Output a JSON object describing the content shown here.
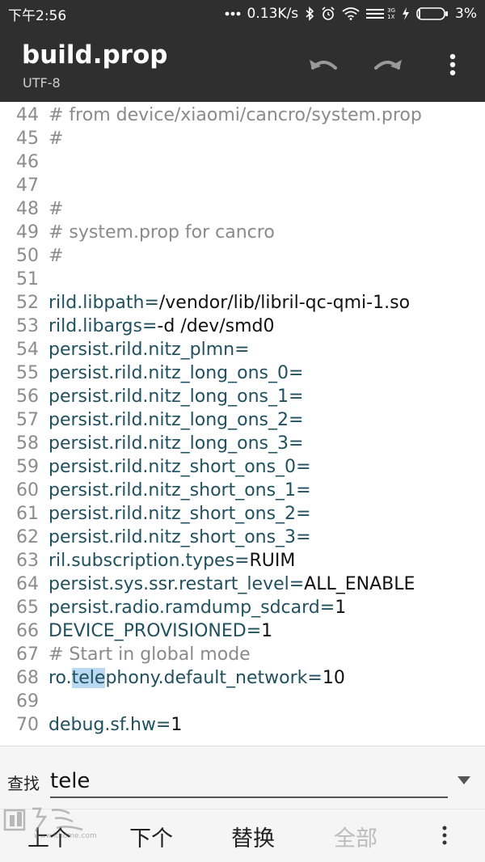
{
  "status_bar": {
    "time": "下午2:56",
    "network_speed": "0.13K/s",
    "signal_top": "3G",
    "signal_bottom": "1X",
    "battery": "3%"
  },
  "toolbar": {
    "title": "build.prop",
    "encoding": "UTF-8"
  },
  "editor": {
    "lines": [
      {
        "n": "44",
        "comment": "# from device/xiaomi/cancro/system.prop"
      },
      {
        "n": "45",
        "comment": "#"
      },
      {
        "n": "46"
      },
      {
        "n": "47"
      },
      {
        "n": "48",
        "comment": "#"
      },
      {
        "n": "49",
        "comment": "# system.prop for cancro"
      },
      {
        "n": "50",
        "comment": "#"
      },
      {
        "n": "51"
      },
      {
        "n": "52",
        "key": "rild.libpath",
        "value": "/vendor/lib/libril-qc-qmi-1.so"
      },
      {
        "n": "53",
        "key": "rild.libargs",
        "value": "-d /dev/smd0"
      },
      {
        "n": "54",
        "key": "persist.rild.nitz_plmn",
        "value": ""
      },
      {
        "n": "55",
        "key": "persist.rild.nitz_long_ons_0",
        "value": ""
      },
      {
        "n": "56",
        "key": "persist.rild.nitz_long_ons_1",
        "value": ""
      },
      {
        "n": "57",
        "key": "persist.rild.nitz_long_ons_2",
        "value": ""
      },
      {
        "n": "58",
        "key": "persist.rild.nitz_long_ons_3",
        "value": ""
      },
      {
        "n": "59",
        "key": "persist.rild.nitz_short_ons_0",
        "value": ""
      },
      {
        "n": "60",
        "key": "persist.rild.nitz_short_ons_1",
        "value": ""
      },
      {
        "n": "61",
        "key": "persist.rild.nitz_short_ons_2",
        "value": ""
      },
      {
        "n": "62",
        "key": "persist.rild.nitz_short_ons_3",
        "value": ""
      },
      {
        "n": "63",
        "key": "ril.subscription.types",
        "value": "RUIM"
      },
      {
        "n": "64",
        "key": "persist.sys.ssr.restart_level",
        "value": "ALL_ENABLE"
      },
      {
        "n": "65",
        "key": "persist.radio.ramdump_sdcard",
        "value": "1"
      },
      {
        "n": "66",
        "key": "DEVICE_PROVISIONED",
        "value": "1"
      },
      {
        "n": "67",
        "comment": "# Start in global mode"
      },
      {
        "n": "68",
        "key_pre": "ro.",
        "key_hl": "tele",
        "key_post": "phony.default_network",
        "value": "10"
      },
      {
        "n": "69"
      },
      {
        "n": "70",
        "key": "debug.sf.hw",
        "value": "1"
      }
    ]
  },
  "find": {
    "label": "查找",
    "query": "tele"
  },
  "actions": {
    "prev": "上个",
    "next": "下个",
    "replace": "替换",
    "all": "全部"
  },
  "watermark": {
    "text": "www.ithome.com"
  },
  "colors": {
    "bar_background": "#2f2f2f",
    "key": "#21505f",
    "comment": "#8a8a8a",
    "highlight": "#b9d9f3"
  }
}
